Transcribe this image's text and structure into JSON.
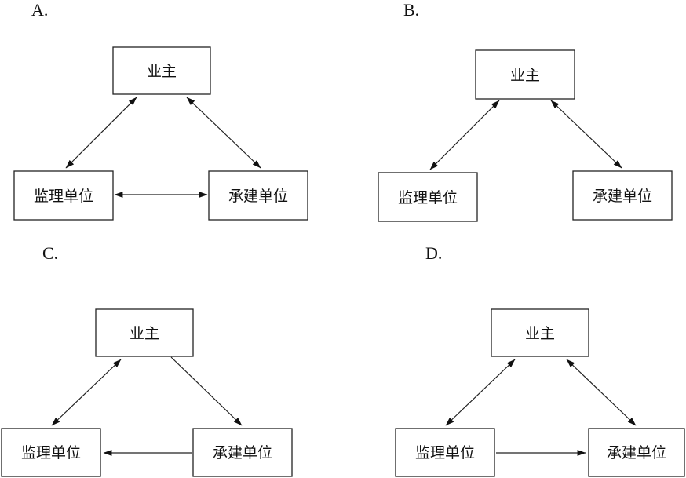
{
  "diagrams": [
    {
      "label": "A.",
      "nodes": {
        "owner": "业主",
        "supervisor": "监理单位",
        "contractor": "承建单位"
      },
      "edges": [
        {
          "from": "owner",
          "to": "supervisor",
          "direction": "both"
        },
        {
          "from": "owner",
          "to": "contractor",
          "direction": "both"
        },
        {
          "from": "supervisor",
          "to": "contractor",
          "direction": "both"
        }
      ]
    },
    {
      "label": "B.",
      "nodes": {
        "owner": "业主",
        "supervisor": "监理单位",
        "contractor": "承建单位"
      },
      "edges": [
        {
          "from": "owner",
          "to": "supervisor",
          "direction": "both"
        },
        {
          "from": "owner",
          "to": "contractor",
          "direction": "both"
        }
      ]
    },
    {
      "label": "C.",
      "nodes": {
        "owner": "业主",
        "supervisor": "监理单位",
        "contractor": "承建单位"
      },
      "edges": [
        {
          "from": "owner",
          "to": "supervisor",
          "direction": "both"
        },
        {
          "from": "owner",
          "to": "contractor",
          "direction": "forward"
        },
        {
          "from": "contractor",
          "to": "supervisor",
          "direction": "forward"
        }
      ]
    },
    {
      "label": "D.",
      "nodes": {
        "owner": "业主",
        "supervisor": "监理单位",
        "contractor": "承建单位"
      },
      "edges": [
        {
          "from": "owner",
          "to": "supervisor",
          "direction": "both"
        },
        {
          "from": "owner",
          "to": "contractor",
          "direction": "both"
        },
        {
          "from": "supervisor",
          "to": "contractor",
          "direction": "forward"
        }
      ]
    }
  ]
}
